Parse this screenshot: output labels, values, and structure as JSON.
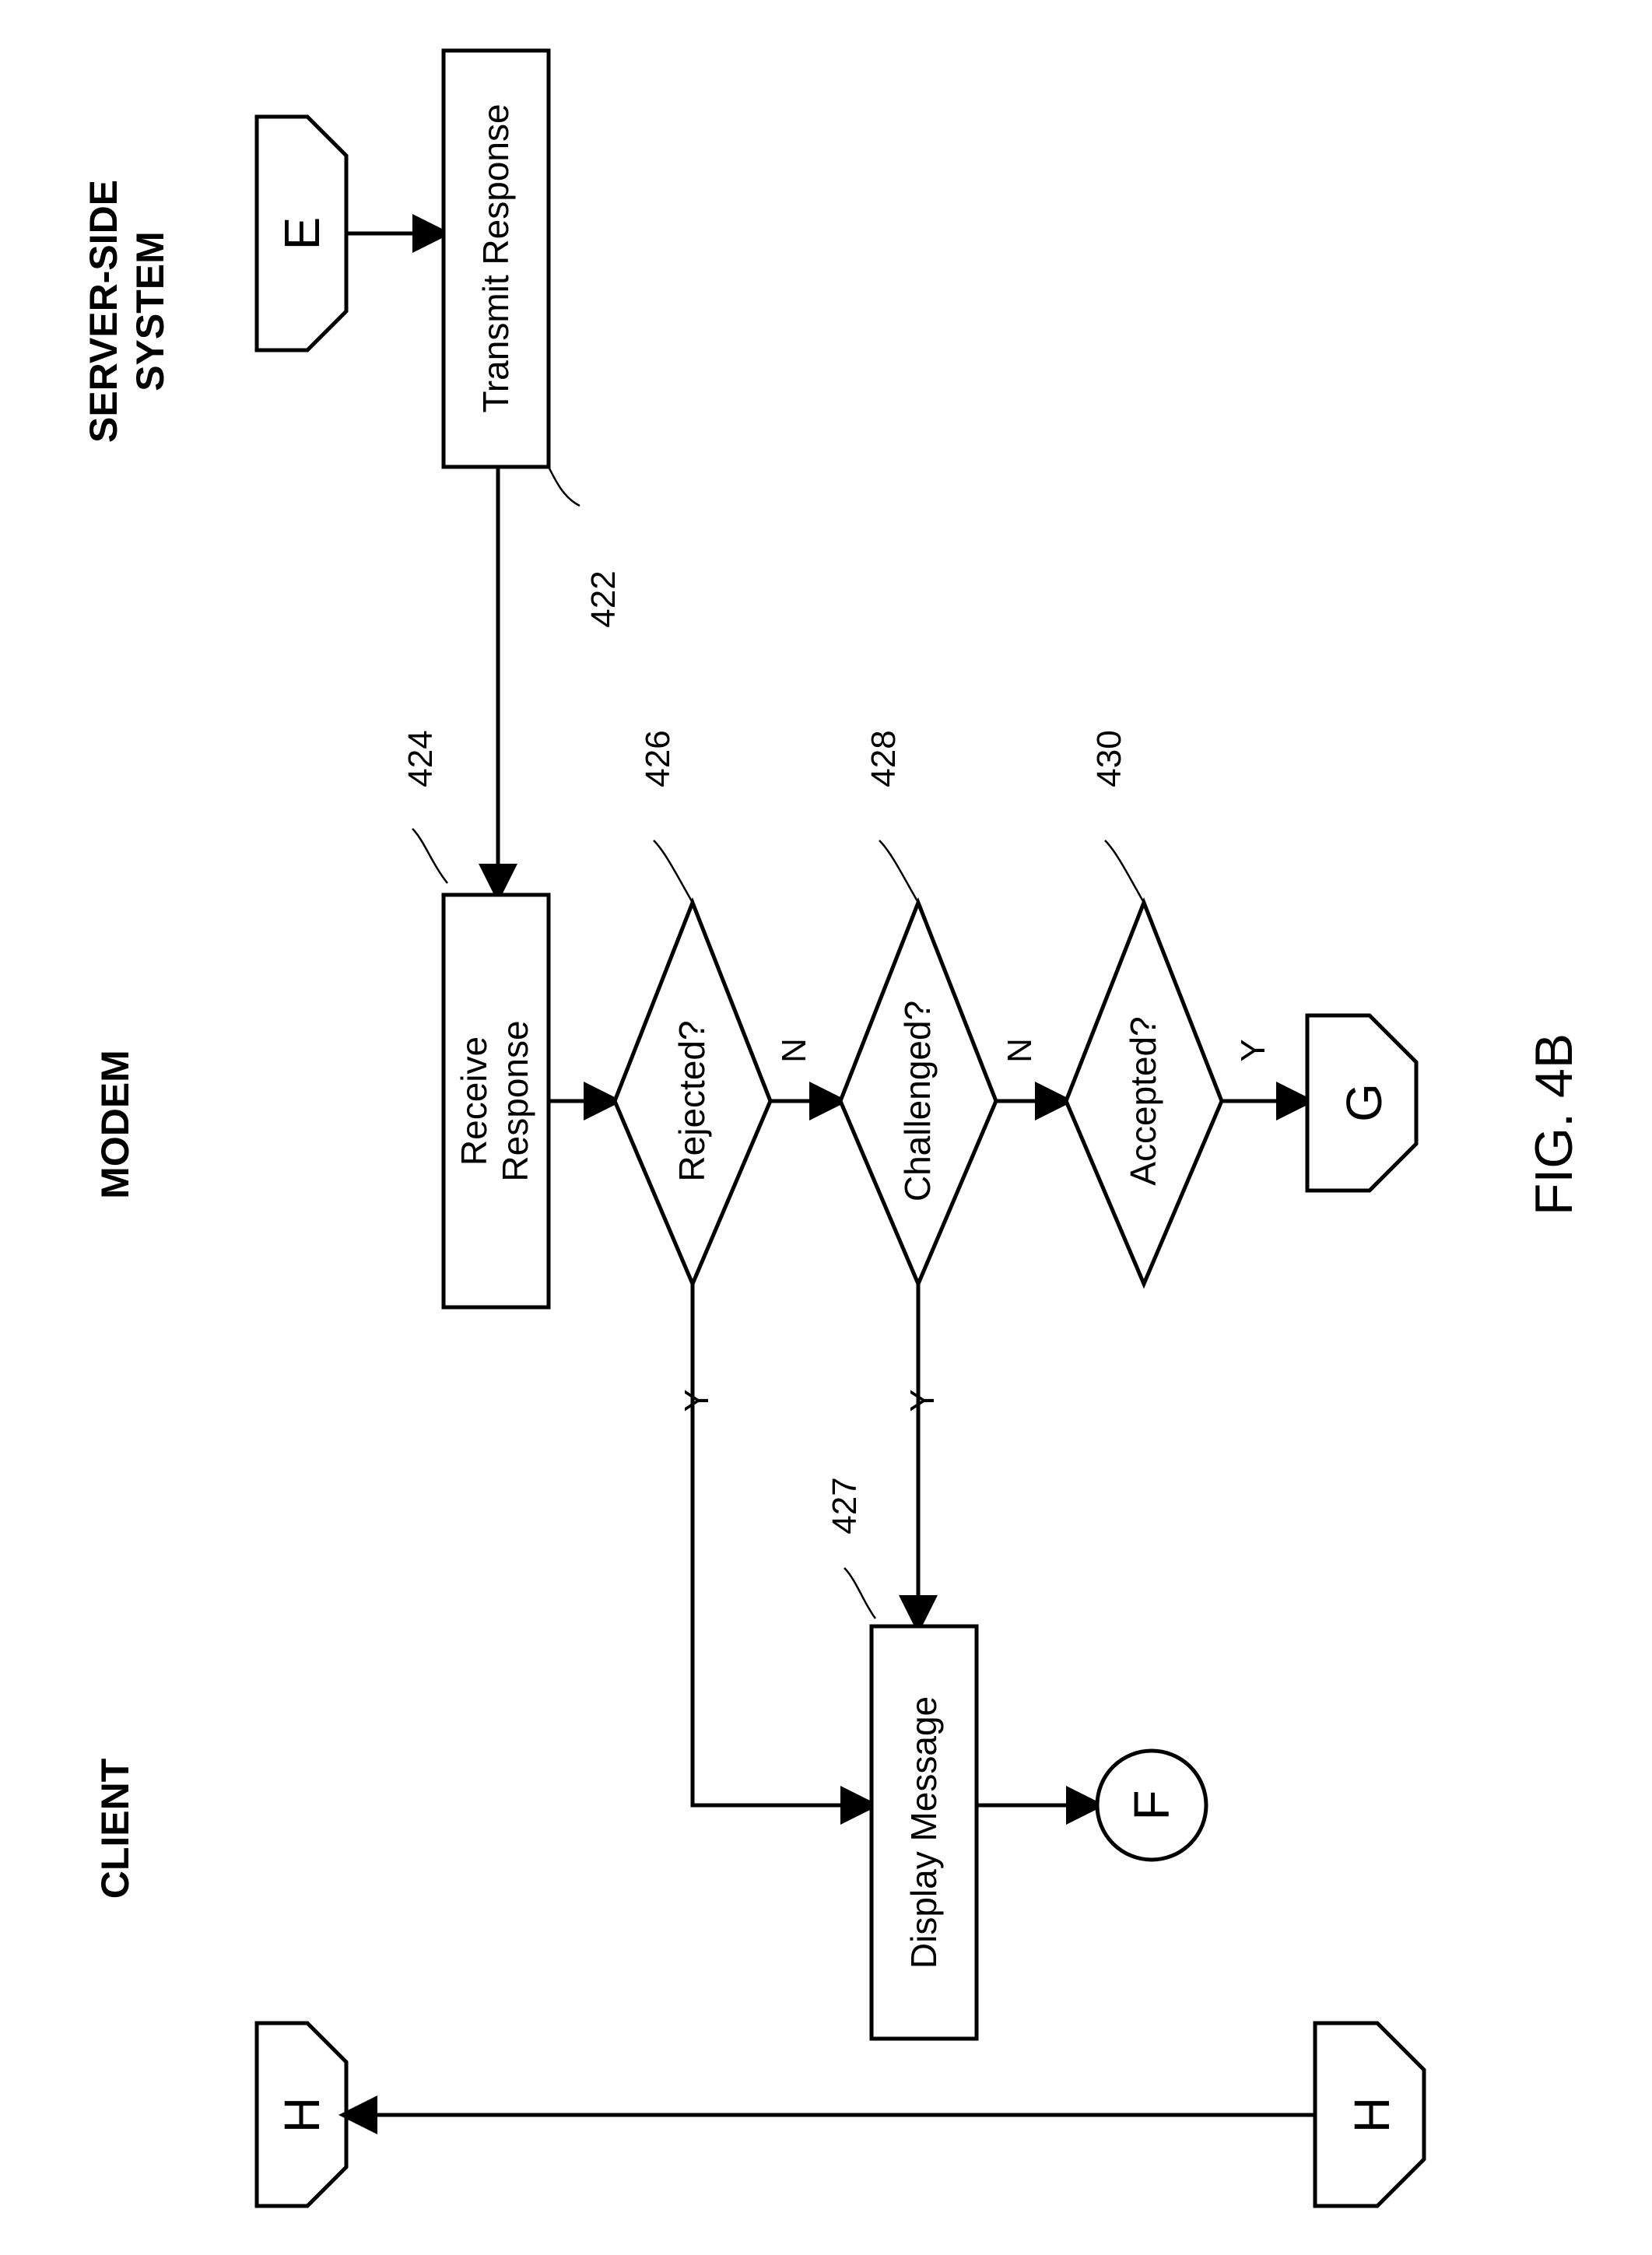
{
  "lanes": {
    "server": [
      "SERVER-SIDE",
      "SYSTEM"
    ],
    "modem": "MODEM",
    "client": "CLIENT"
  },
  "connectors": {
    "E": "E",
    "G": "G",
    "F": "F",
    "H_top": "H",
    "H_bottom": "H"
  },
  "steps": {
    "transmit_response": {
      "label": "Transmit Response",
      "ref": "422"
    },
    "receive_response": {
      "label": [
        "Receive",
        "Response"
      ],
      "ref": "424"
    },
    "rejected": {
      "label": "Rejected?",
      "ref": "426"
    },
    "challenged": {
      "label": "Challenged?",
      "ref": "428"
    },
    "accepted": {
      "label": "Accepted?",
      "ref": "430"
    },
    "display_message": {
      "label": "Display Message",
      "ref": "427"
    }
  },
  "branches": {
    "rejected_no": "N",
    "challenged_no": "N",
    "accepted_yes": "Y",
    "rejected_yes": "Y",
    "challenged_yes": "Y"
  },
  "figure_label": "FIG. 4B"
}
